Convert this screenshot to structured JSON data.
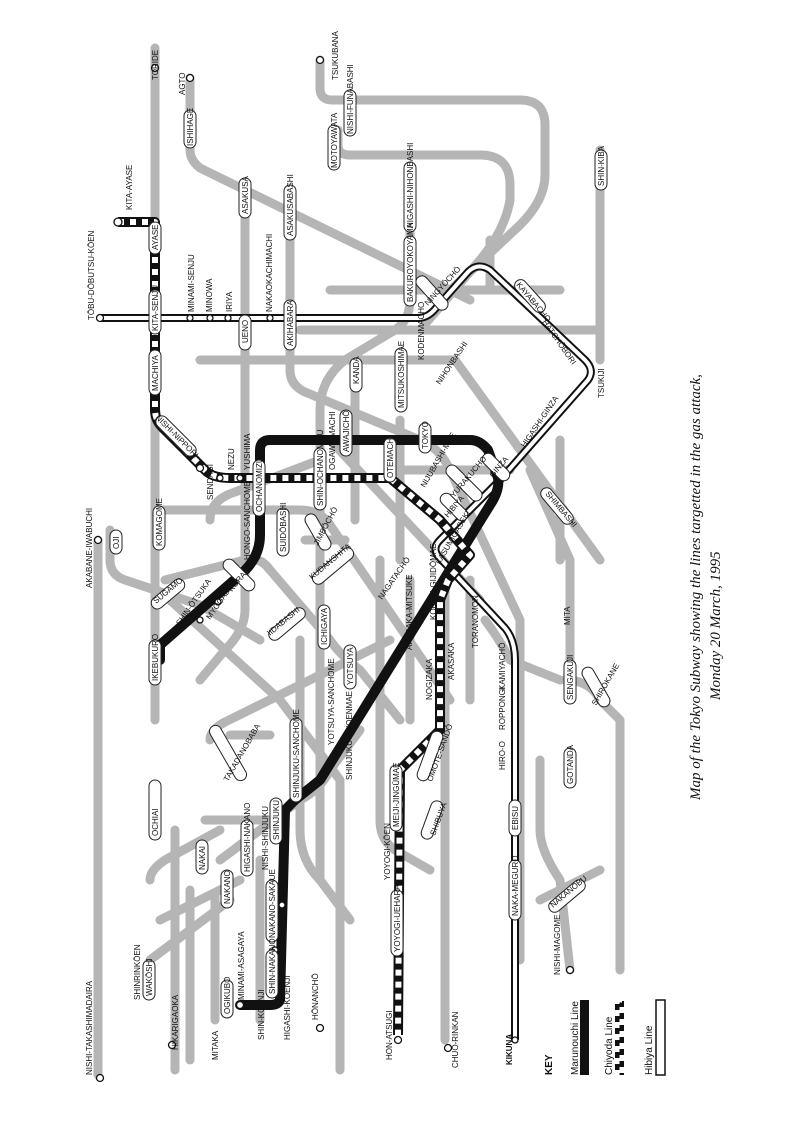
{
  "caption": {
    "line1": "Map of the Tokyo Subway showing the lines targetted in the gas attack,",
    "line2": "Monday 20 March, 1995"
  },
  "key": {
    "title": "KEY",
    "maru": "Marunouchi Line",
    "chiyoda": "Chiyoda Line",
    "hibiya": "Hibiya Line"
  },
  "colors": {
    "background": "#ffffff",
    "other_lines": "#b5b5b5",
    "marunouchi": "#111111",
    "chiyoda": "#111111",
    "hibiya_outline": "#111111"
  },
  "labels": {
    "toride": "TORIDE",
    "tsukuba": "TSUKUBANA",
    "nishifuna": "NISHI-FUNABASHI",
    "motoyawata": "MOTOYAWATA",
    "shinkiba": "SHIN-KIBA",
    "ayase": "AYASE",
    "kitaayase": "KITA-AYASE",
    "agto": "AGTO",
    "ishihage": "ISHIHAGE",
    "tobu": "TŌBU-DŌBUTSU-KŌEN",
    "kitasenju": "KITA-SENJU",
    "minamisenju": "MINAMI-SENJU",
    "minowa": "MINOWA",
    "iriya": "IRIYA",
    "ueno": "UENO",
    "nakaokachimachi": "NAKAOKACHIMACHI",
    "akihabara": "AKIHABARA",
    "asakusa": "ASAKUSA",
    "asakusabashi": "ASAKUSABASHI",
    "higashinihonbashi": "HIGASHI-NIHONBASHI",
    "bakuroyokoyama": "BAKUROYOKOYAMA",
    "kodenmacho": "KODENMACHO",
    "ningyocho": "NINGYŌCHŌ",
    "kayabacho": "KAYABACHO",
    "hatchobori": "HATCHŌBORI",
    "kanda": "KANDA",
    "mitsukoshimae": "MITSUKOSHIMAE",
    "nihonbashi": "NIHONBASHI",
    "tsukiji": "TSUKIJI",
    "higashiginza": "HIGASHI-GINZA",
    "machiya": "MACHIYA",
    "nishinippori": "NISHI-NIPPORI",
    "sendagi": "SENDAGI",
    "nezu": "NEZU",
    "yushima": "YUSHIMA",
    "ochanomizu": "OCHANOMIZU",
    "shinochanomizu": "SHIN-OCHANOMIZU",
    "awajicho": "AWAJICHŌ",
    "ogawamachi": "OGAWA-MACHI",
    "otemachi": "OTEMACHI",
    "tokyo": "TOKYO",
    "ginza": "GINZA",
    "hibiya": "HIBIYA",
    "yurakucho": "YURAKUCHO",
    "nijubashimae": "NIJUBASHI-MAE",
    "jimbocho": "JIMBŌCHŌ",
    "suidobashi": "SUIDŌBASHI",
    "hongosanchome": "HONGO-SANCHOME",
    "korakuen": "KŌRAKUEN",
    "myogadani": "MYŌGADANI",
    "shinotsuka": "SHIN-ŌTSUKA",
    "sugamo": "SUGAMO",
    "komagome": "KOMAGOME",
    "oji": "OJI",
    "akabane": "AKABANE-IWABUCHI",
    "ikebukuro": "IKEBUKURO",
    "iidabashi": "IIDABASHI",
    "kudanshita": "KUDANSHITA",
    "ichigaya": "ICHIGAYA",
    "nagatacho": "NAGATACHŌ",
    "akasakamitsuke": "AKASAKA-MITSUKE",
    "kasumigaseki": "KASUMIGASEKI",
    "toranomon": "TORANOMON",
    "kamiyacho": "KAMIYACHŌ",
    "roppongi": "ROPPONGI",
    "hiroo": "HIRO-O",
    "ebisu": "EBISU",
    "nakameguro": "NAKA-MEGURO",
    "kokkaigijidomae": "KOKKAI-GIJIDŌMAE",
    "akasaka": "AKASAKA",
    "nogizaka": "NOGIZAKA",
    "omotesando": "OMOTE-SANDŌ",
    "meijijingumae": "MEIJI-JINGŪMAE",
    "yoyogikoen": "YOYOGI-KŌEN",
    "yoyogiuehara": "YOYOGI-UEHARA",
    "honatsugi": "HON-ATSUGI",
    "shibuya": "SHIBUYA",
    "chuorinkan": "CHUŌ-RINKAN",
    "kikuna": "KIKUNA",
    "nishimagome": "NISHI-MAGOME",
    "nakanobu": "NAKANOBU",
    "gotanda": "GOTANDA",
    "sengakuji": "SENGAKUJI",
    "shirokane": "SHIROKANE",
    "mita": "MITA",
    "shimbashi": "SHIMBASHI",
    "yotsuya": "YOTSUYA",
    "yotsuyasanchome": "YOTSUYA-SANCHOME",
    "shinjukugyoenmae": "SHINJUKU-GYOENMAE",
    "shinjukusanchome": "SHINJUKU-SANCHOME",
    "shinjuku": "SHINJUKU",
    "nishishinjuku": "NISHI-SHINJUKU",
    "higashinakano": "HIGASHI-NAKANO",
    "nakanosakaue": "NAKANO-SAKAUE",
    "shinnakano": "SHIN-NAKANO",
    "higashikoenji": "HIGASHI-KOENJI",
    "shinkoenji": "SHIN-KOENJI",
    "minamiasagaya": "MINAMI-ASAGAYA",
    "ogikubo": "OGIKUBO",
    "honancho": "HŌNANCHŌ",
    "nakano": "NAKANO",
    "nakai": "NAKAI",
    "takadanobaba": "TAKADANOBABA",
    "nishitakashimadaira": "NISHI-TAKASHIMADAIRA",
    "shinrinkoen": "SHINRINKŌEN",
    "hikarigaoka": "HIKARIGAOKA",
    "wakoshi": "WAKŌSHI",
    "mitaka": "MITAKA",
    "ochiai": "OCHIAI",
    "nishifunabashi": "NISHI-FUNABASHI"
  }
}
